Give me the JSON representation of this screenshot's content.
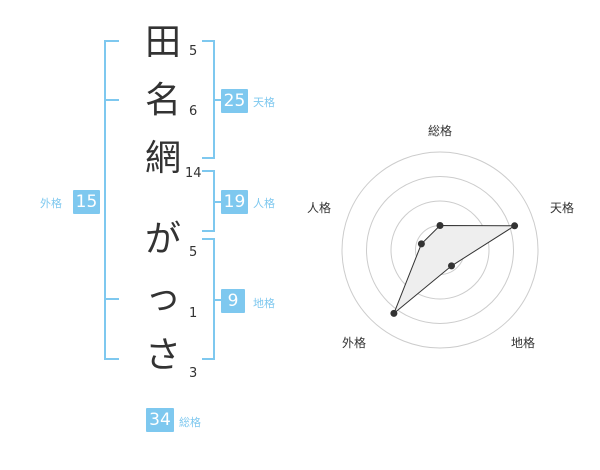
{
  "colors": {
    "accent": "#7ec8ef",
    "badge_bg": "#7ec8ef",
    "text": "#333333",
    "radar_fill": "#eeeeee",
    "radar_ring": "#cccccc"
  },
  "name": {
    "characters": [
      {
        "char": "田",
        "strokes": "5"
      },
      {
        "char": "名",
        "strokes": "6"
      },
      {
        "char": "網",
        "strokes": "14"
      },
      {
        "char": "が",
        "strokes": "5"
      },
      {
        "char": "っ",
        "strokes": "1"
      },
      {
        "char": "さ",
        "strokes": "3"
      }
    ]
  },
  "fortune": {
    "tenkaku": {
      "value": "25",
      "label": "天格"
    },
    "jinkaku": {
      "value": "19",
      "label": "人格"
    },
    "chikaku": {
      "value": "9",
      "label": "地格"
    },
    "gaikaku": {
      "value": "15",
      "label": "外格"
    },
    "soukaku": {
      "value": "34",
      "label": "総格"
    }
  },
  "radar": {
    "axes": [
      "総格",
      "天格",
      "地格",
      "外格",
      "人格"
    ],
    "values": [
      0.25,
      0.8,
      0.2,
      0.8,
      0.2
    ],
    "rings": 4
  }
}
